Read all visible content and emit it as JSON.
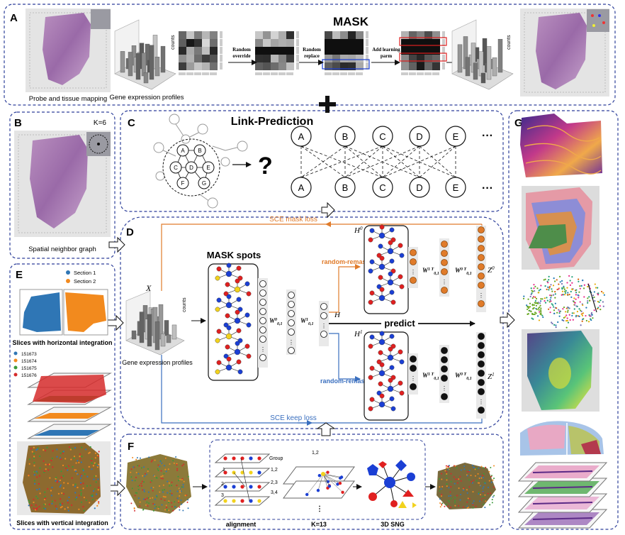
{
  "panels": {
    "a": "A",
    "b": "B",
    "c": "C",
    "d": "D",
    "e": "E",
    "f": "F",
    "g": "G"
  },
  "panel_a": {
    "title": "MASK",
    "caption_left": "Probe and tissue mapping",
    "caption_profiles": "Gene expression profiles",
    "counts_label": "counts",
    "steps": [
      {
        "line1": "Random",
        "line2": "override"
      },
      {
        "line1": "Random",
        "line2": "replace"
      },
      {
        "line1": "Add learning",
        "line2": "parm"
      }
    ]
  },
  "panel_b": {
    "k_label": "K=6",
    "caption": "Spatial neighbor graph"
  },
  "panel_c": {
    "title": "Link-Prediction",
    "question": "?",
    "graph_nodes": [
      "A",
      "B",
      "C",
      "D",
      "E",
      "F",
      "G"
    ],
    "top_nodes": [
      "A",
      "B",
      "C",
      "D",
      "E"
    ],
    "bottom_nodes": [
      "A",
      "B",
      "C",
      "D",
      "E"
    ],
    "ellipsis": "···"
  },
  "panel_d": {
    "mask_loss": "SCE mask loss",
    "keep_loss": "SCE keep loss",
    "x_label": "X",
    "counts_label": "counts",
    "caption_profiles": "Gene expression profiles",
    "mask_spots": "MASK spots",
    "w_enc_sup": "0",
    "w_enc2_sup": "1",
    "w_dec1_sup": "1 T",
    "w_dec0_sup": "0 T",
    "w_sub": "0,1",
    "h_label": "H",
    "h0_sup": "0",
    "h1_sup": "1",
    "z_label": "Z",
    "remask": "random-remask",
    "predict": "predict"
  },
  "panel_e": {
    "sections": [
      "Section 1",
      "Section 2"
    ],
    "horizontal_caption": "Slices with horizontal integration",
    "slice_ids": [
      "151673",
      "151674",
      "151675",
      "151676"
    ],
    "slice_colors": [
      "#2f76b5",
      "#f28a1e",
      "#3a9a3a",
      "#d62b2b"
    ],
    "vertical_caption": "Slices with vertical integration"
  },
  "panel_f": {
    "group": "Group",
    "groups": [
      "1,2",
      "2,3",
      "3,4"
    ],
    "layers": [
      "1",
      "2",
      "3"
    ],
    "alignment": "alignment",
    "groups_k": "1,2",
    "ellipsis": "⋮",
    "k_label": "K=13",
    "sng": "3D SNG"
  },
  "colors": {
    "red": "#e02020",
    "blue": "#1b3fd4",
    "yellow": "#f2d21d",
    "orange": "#e07b2a",
    "steelblue": "#3a6fbf"
  }
}
